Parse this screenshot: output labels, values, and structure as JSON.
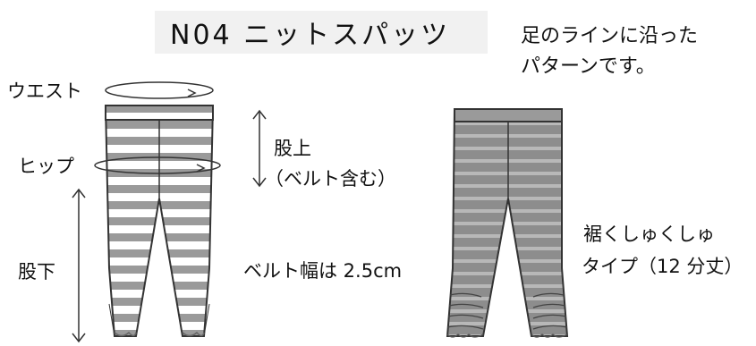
{
  "title": "N04 ニットスパッツ",
  "description": [
    "足のラインに沿った",
    "パターンです。"
  ],
  "labels": {
    "waist": "ウエスト",
    "hip": "ヒップ",
    "rise": "股上",
    "rise_note": "（ベルト含む）",
    "inseam": "股下",
    "belt_width": "ベルト幅は 2.5cm",
    "hem_style": "裾くしゅくしゅ",
    "length_type": "タイプ（12 分丈）"
  },
  "colors": {
    "stripe_gray": "#9a9a9a",
    "outline": "#333333",
    "title_bg": "#f1f1f1"
  }
}
